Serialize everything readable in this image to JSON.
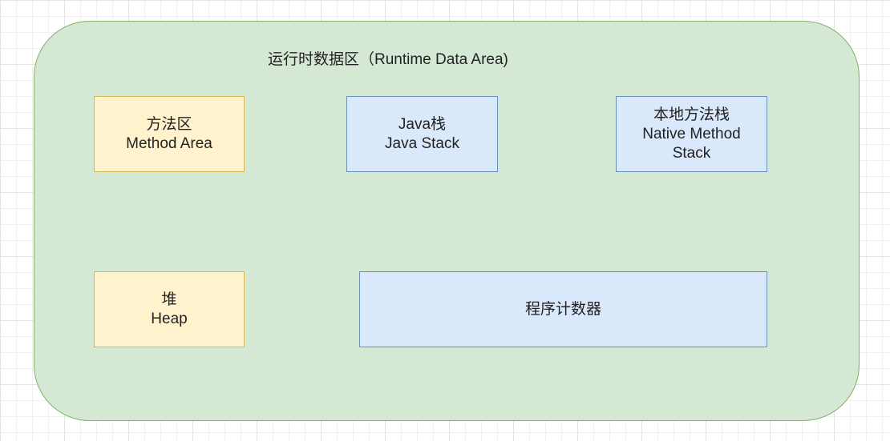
{
  "colors": {
    "container_fill": "#d5e8d4",
    "container_border": "#82b366",
    "yellow_fill": "#fff2cc",
    "yellow_border": "#d6b656",
    "blue_fill": "#dae8fc",
    "blue_border": "#6c8ebf"
  },
  "diagram": {
    "container": {
      "title": "运行时数据区（Runtime Data Area)"
    },
    "boxes": {
      "method_area": {
        "line1": "方法区",
        "line2": "Method Area"
      },
      "java_stack": {
        "line1": "Java栈",
        "line2": "Java Stack"
      },
      "native_stack": {
        "line1": "本地方法栈",
        "line2": "Native Method",
        "line3": "Stack"
      },
      "heap": {
        "line1": "堆",
        "line2": "Heap"
      },
      "pc_register": {
        "line1": "程序计数器"
      }
    }
  }
}
